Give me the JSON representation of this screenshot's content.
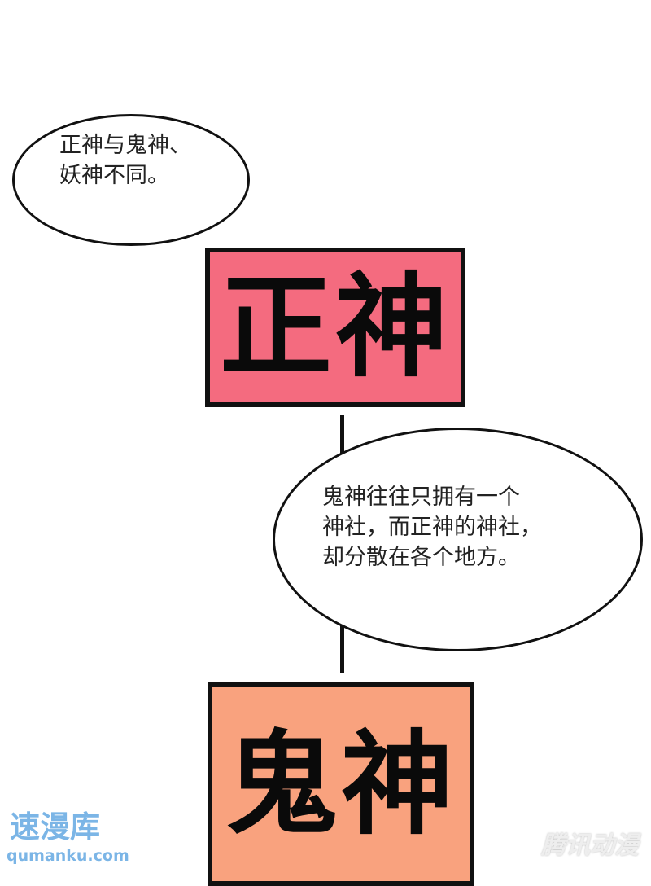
{
  "bubble1": {
    "lines": [
      "正神与鬼神、",
      "妖神不同。"
    ]
  },
  "box1": {
    "label": "正神",
    "color": "#f46b7f"
  },
  "bubble2": {
    "lines": [
      "鬼神往往只拥有一个",
      "神社，而正神的神社，",
      "却分散在各个地方。"
    ]
  },
  "box2": {
    "label": "鬼神",
    "color": "#f9a27e"
  },
  "watermarks": {
    "site_name": "速漫库",
    "site_url": "qumanku.com",
    "publisher": "腾讯动漫"
  }
}
